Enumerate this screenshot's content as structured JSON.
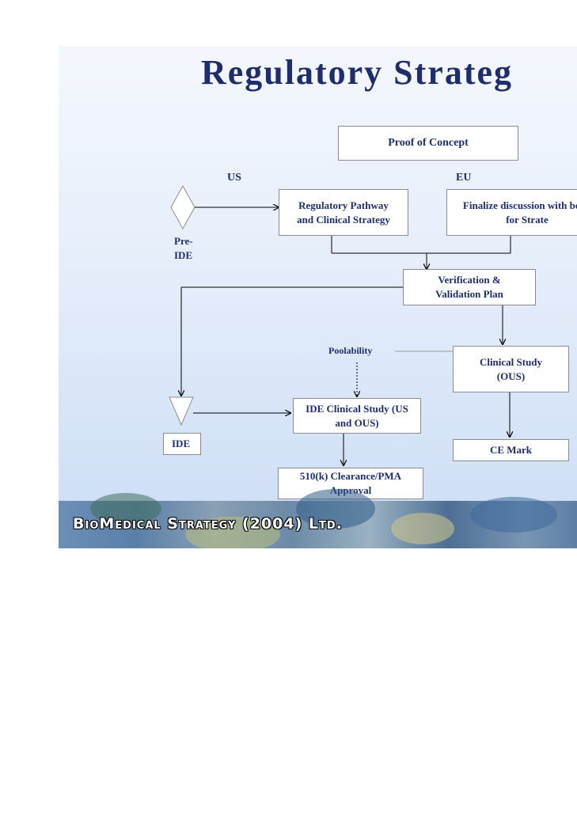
{
  "title": "Regulatory Strateg",
  "boxes": {
    "proof_of_concept": "Proof of Concept",
    "regulatory_pathway": "Regulatory Pathway and Clinical Strategy",
    "finalize_discussion": "Finalize discussion with body for Strate",
    "verification_validation": "Verification & Validation Plan",
    "clinical_study_ous": "Clinical Study (OUS)",
    "ide_clinical_study": "IDE Clinical Study (US and OUS)",
    "ce_mark": "CE Mark",
    "clearance_pma": "510(k) Clearance/PMA Approval"
  },
  "labels": {
    "us": "US",
    "eu": "EU",
    "pre_ide": "Pre- IDE",
    "poolability": "Poolability",
    "ide": "IDE"
  },
  "footer": {
    "company": "BioMedical Strategy (2004) Ltd."
  },
  "colors": {
    "text": "#1f2e6b",
    "box_border": "#8c8c8c",
    "arrow": "#000000"
  }
}
